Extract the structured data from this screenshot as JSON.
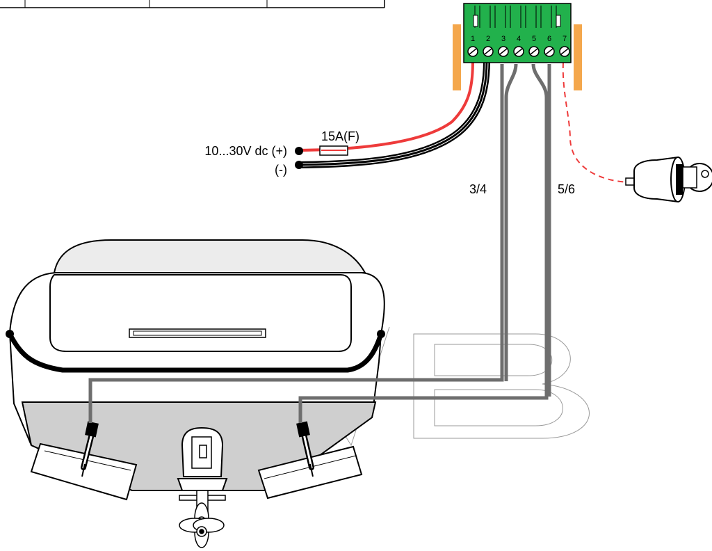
{
  "header_table": {
    "cells": [
      "",
      "",
      "",
      ""
    ]
  },
  "terminal_block": {
    "pins": [
      "1",
      "2",
      "3",
      "4",
      "5",
      "6",
      "7"
    ],
    "color": "#22b14c"
  },
  "power": {
    "positive_label": "10...30V dc (+)",
    "negative_label": "(-)",
    "fuse_label": "15A(F)"
  },
  "cables": {
    "left_pair_label": "3/4",
    "right_pair_label": "5/6"
  },
  "colors": {
    "positive_wire": "#ee3b3b",
    "negative_wire": "#000000",
    "signal_wire": "#6e6e6e",
    "hull_fill": "#cfcfcf",
    "bracket": "#f4a74c"
  },
  "watermark": {
    "text": "SMB"
  }
}
